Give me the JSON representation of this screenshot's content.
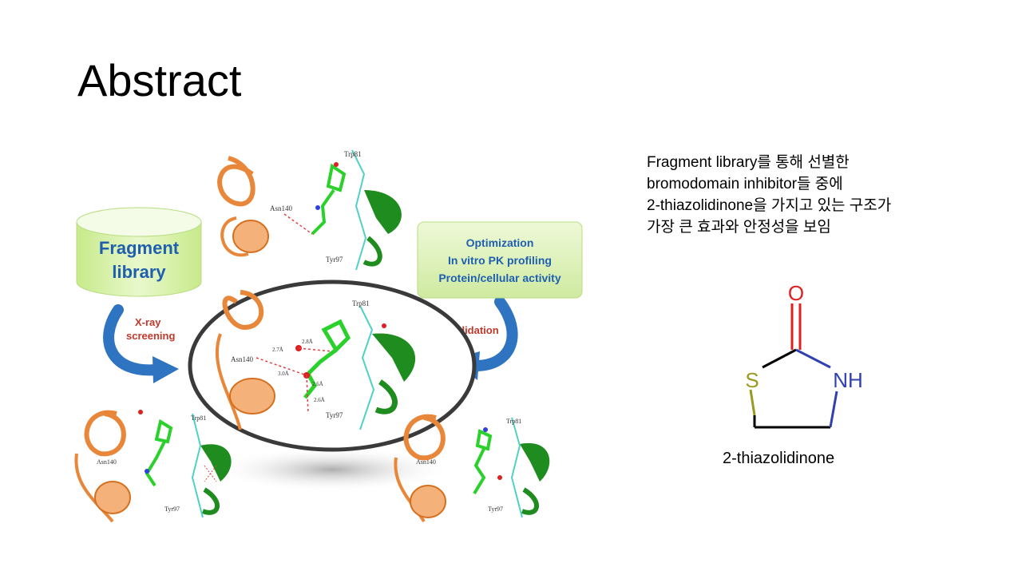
{
  "slide": {
    "title": "Abstract"
  },
  "figure": {
    "library_label_line1": "Fragment",
    "library_label_line2": "library",
    "xray_label_line1": "X-ray",
    "xray_label_line2": "screening",
    "validation_label": "validation",
    "optimization_line1": "Optimization",
    "optimization_line2": "In vitro PK profiling",
    "optimization_line3": "Protein/cellular activity",
    "residue_labels": {
      "trp81": "Trp81",
      "asn140": "Asn140",
      "tyr97": "Tyr97"
    },
    "distance_labels": {
      "d1": "2.7Å",
      "d2": "2.8Å",
      "d3": "3.0Å",
      "d4": "2.6Å",
      "d5": "2.6Å"
    },
    "colors": {
      "library_fill": "#d8f0a8",
      "library_text": "#1f5fb0",
      "arrow": "#2f74c0",
      "xray_text": "#c0392b",
      "protein_orange": "#e8873a",
      "protein_green": "#1e8c1e",
      "protein_cyan": "#4fd1c5",
      "ligand_green": "#2bd12b"
    }
  },
  "text_block": {
    "line1": "Fragment library를 통해 선별한",
    "line2": "bromodomain inhibitor들 중에",
    "line3": "2-thiazolidinone을  가지고 있는 구조가",
    "line4": "가장 큰 효과와 안정성을 보임"
  },
  "molecule": {
    "atom_o": "O",
    "atom_s": "S",
    "atom_nh": "NH",
    "caption": "2-thiazolidinone",
    "colors": {
      "oxygen": "#e02020",
      "sulfur": "#9a9a20",
      "nitrogen": "#3040b0",
      "bond": "#000000"
    }
  }
}
